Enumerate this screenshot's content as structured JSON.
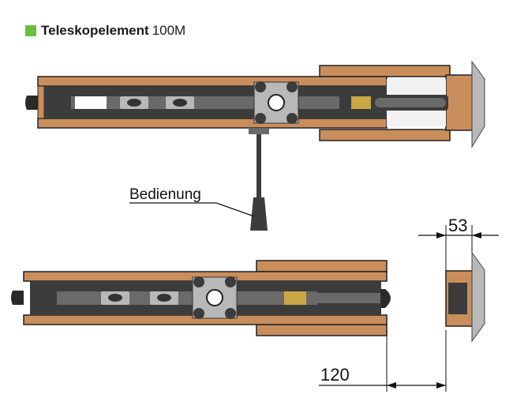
{
  "header": {
    "title_bold": "Teleskopelement",
    "title_suffix": "100M",
    "marker_color": "#6abf3a"
  },
  "labels": {
    "operation": "Bedienung",
    "dim_top": "53",
    "dim_bottom": "120"
  },
  "colors": {
    "wood": "#c98e5c",
    "wood_dark": "#8a5a30",
    "metal": "#3c3c3c",
    "metal_mid": "#6a6a6a",
    "metal_light": "#b8b8b8",
    "brass": "#c9a646"
  }
}
